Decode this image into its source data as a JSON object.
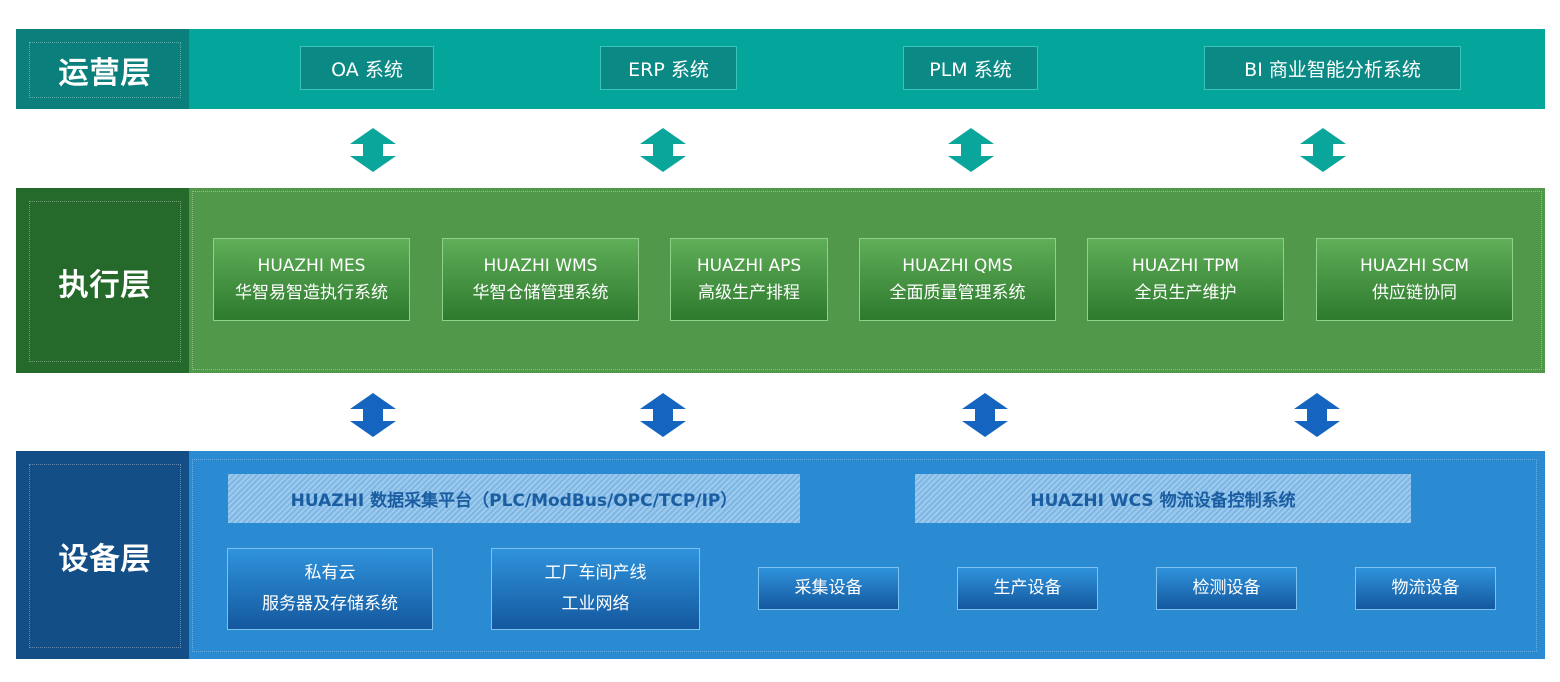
{
  "operations": {
    "label": "运营层",
    "systems": [
      "OA 系统",
      "ERP 系统",
      "PLM 系统",
      "BI 商业智能分析系统"
    ]
  },
  "execution": {
    "label": "执行层",
    "systems": [
      {
        "en": "HUAZHI MES",
        "cn": "华智易智造执行系统"
      },
      {
        "en": "HUAZHI WMS",
        "cn": "华智仓储管理系统"
      },
      {
        "en": "HUAZHI APS",
        "cn": "高级生产排程"
      },
      {
        "en": "HUAZHI QMS",
        "cn": "全面质量管理系统"
      },
      {
        "en": "HUAZHI TPM",
        "cn": "全员生产维护"
      },
      {
        "en": "HUAZHI SCM",
        "cn": "供应链协同"
      }
    ]
  },
  "equipment": {
    "label": "设备层",
    "platforms": [
      "HUAZHI 数据采集平台（PLC/ModBus/OPC/TCP/IP）",
      "HUAZHI WCS 物流设备控制系统"
    ],
    "infrastructure": [
      {
        "line1": "私有云",
        "line2": "服务器及存储系统"
      },
      {
        "line1": "工厂车间产线",
        "line2": "工业网络"
      }
    ],
    "devices": [
      "采集设备",
      "生产设备",
      "检测设备",
      "物流设备"
    ]
  },
  "colors": {
    "teal": "#04a59b",
    "green": "#51984a",
    "blue": "#2b8bd2",
    "arrow_teal": "#0aa69c",
    "arrow_blue": "#1565c0"
  },
  "icons": {
    "ops_exe_arrow": "double-arrow-vertical-icon",
    "exe_eqp_arrow": "double-arrow-vertical-icon"
  }
}
